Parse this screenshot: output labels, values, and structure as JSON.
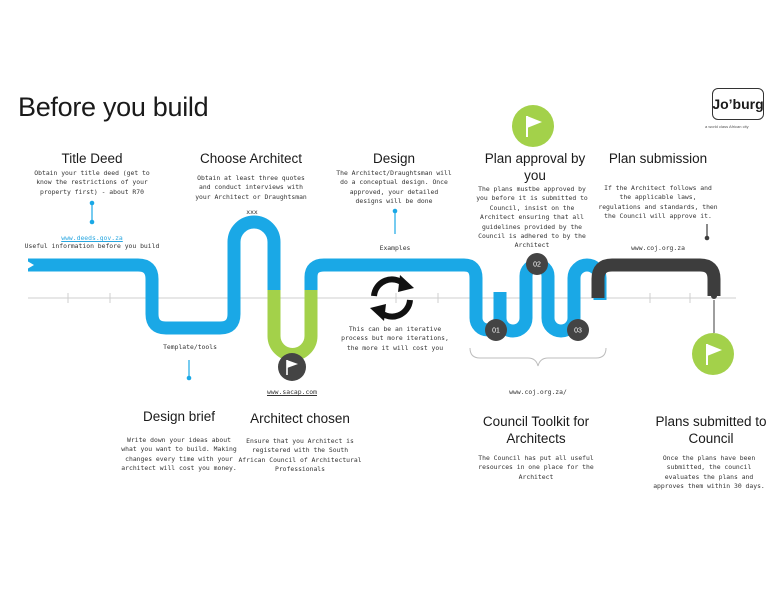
{
  "title": "Before you build",
  "logo": {
    "name": "Jo’burg",
    "tagline": "a world class African city"
  },
  "steps": {
    "title_deed": {
      "heading": "Title Deed",
      "body": "Obtain your title deed (get to know the restrictions of your property first) - about R70",
      "link": "www.deeds.gov.za",
      "note": "Useful information before you build"
    },
    "choose_architect": {
      "heading": "Choose Architect",
      "body": "Obtain at least three quotes and conduct interviews with your Architect or Draughtsman",
      "note": "xxx"
    },
    "design": {
      "heading": "Design",
      "body": "The Architect/Draughtsman will do a conceptual design. Once approved, your detailed designs will be done",
      "note": "Examples",
      "loop_note": "This can be an iterative process but more iterations, the more it will cost you"
    },
    "plan_approval": {
      "heading": "Plan approval by you",
      "body": "The plans mustbe approved by you before it is submitted to Council, insist on the Architect ensuring that all guidelines provided by the Council is adhered to by the Architect"
    },
    "plan_submission": {
      "heading": "Plan submission",
      "body": "If the Architect follows and the applicable laws, regulations and standards, then the Council will approve it.",
      "link": "www.coj.org.za"
    },
    "design_brief": {
      "heading": "Design brief",
      "body": "Write down your ideas about what you want to build. Making changes every time with your architect will cost you money.",
      "note": "Template/tools"
    },
    "architect_chosen": {
      "heading": "Architect chosen",
      "body": "Ensure that you Architect is registered with the South African Council of Architectural Professionals",
      "link": "www.sacap.com"
    },
    "council_toolkit": {
      "heading": "Council Toolkit for Architects",
      "body": "The Council has put all useful resources in one place for the Architect",
      "link": "www.coj.org.za/"
    },
    "plans_submitted": {
      "heading": "Plans submitted to Council",
      "body": "Once the plans have been submitted, the council evaluates the plans and approves them within 30 days."
    }
  },
  "markers": [
    "01",
    "02",
    "03"
  ],
  "colors": {
    "blue": "#1aa8e6",
    "green": "#a3d14a",
    "dark": "#3d3d3d",
    "axis": "#cfcfcf"
  },
  "icons": [
    "flag-icon",
    "refresh-icon"
  ]
}
